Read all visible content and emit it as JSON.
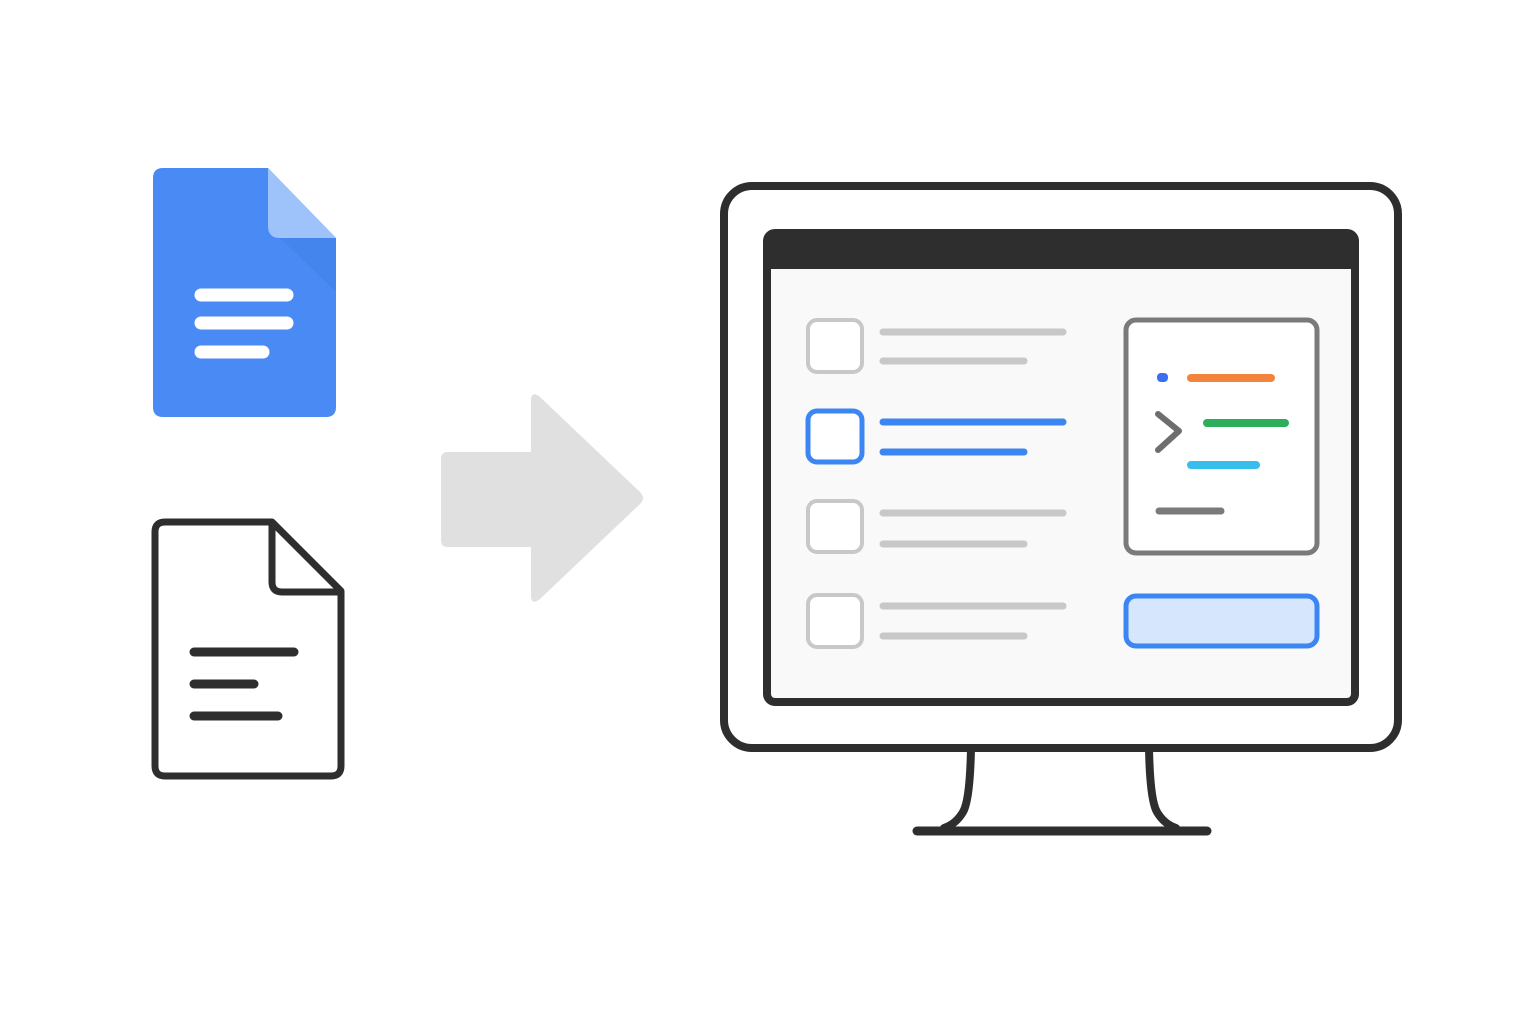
{
  "diagram": {
    "flow": "documents-to-desktop-app",
    "source_documents": [
      {
        "kind": "google-doc",
        "icon": "google-docs-icon"
      },
      {
        "kind": "plain-document",
        "icon": "document-outline-icon"
      }
    ],
    "connector": {
      "icon": "arrow-right-icon"
    },
    "target": {
      "icon": "desktop-monitor-icon",
      "list_rows": [
        {
          "state": "unselected"
        },
        {
          "state": "selected"
        },
        {
          "state": "unselected"
        },
        {
          "state": "unselected"
        }
      ],
      "side_panel": {
        "icon": "code-editor-icon"
      },
      "action": {
        "icon": "primary-action-button"
      }
    }
  },
  "colors": {
    "doc_blue": "#4A8AF4",
    "doc_fold": "#9EC2FA",
    "outline": "#2E2E2E",
    "arrow_gray": "#E0E0E0",
    "row_gray": "#C8C8C8",
    "select_blue": "#3B86F2",
    "button_fill": "#D6E6FC",
    "code_orange": "#F2843C",
    "code_green": "#2EAE5B",
    "code_cyan": "#38BEEB",
    "code_gray": "#7A7A7A"
  }
}
